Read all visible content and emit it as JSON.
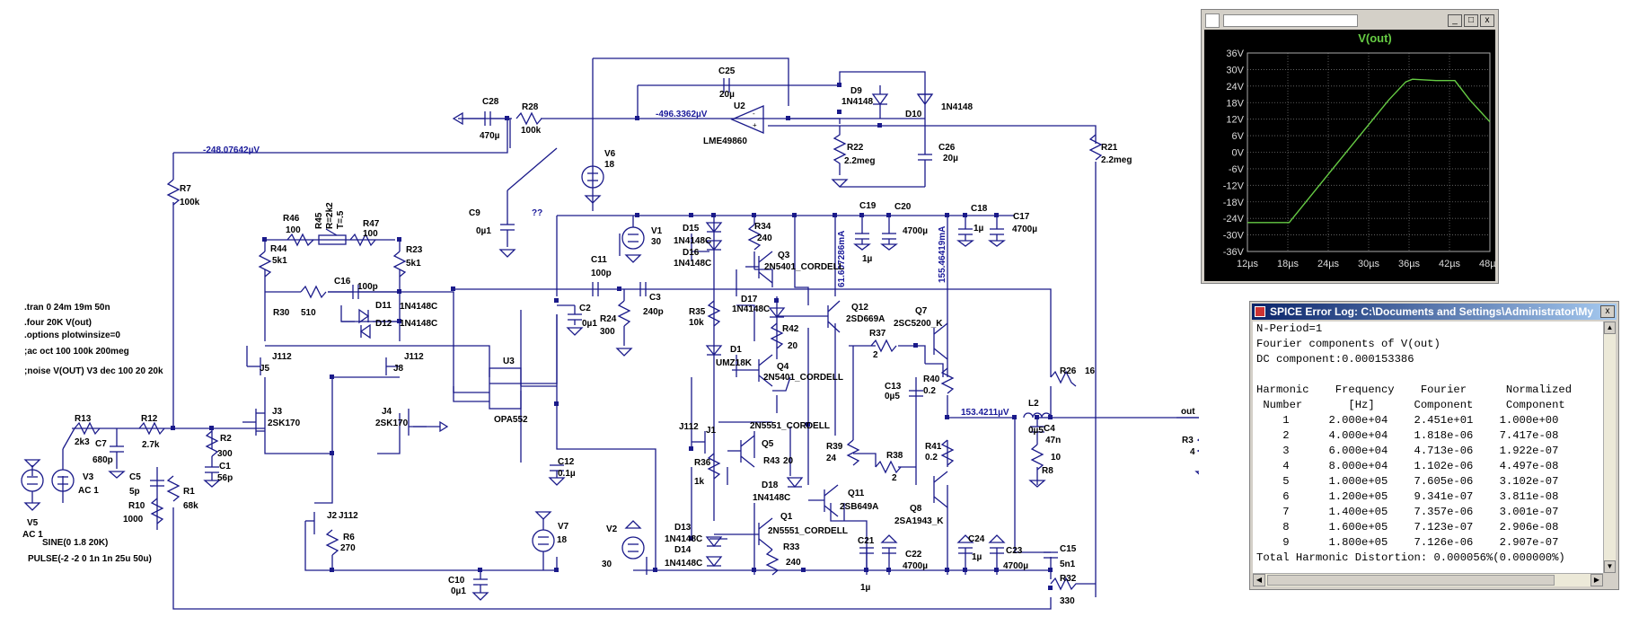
{
  "directives": [
    ".tran 0 24m 19m 50n",
    ".four 20K V(out)",
    ".options plotwinsize=0",
    ";ac oct 100 100k 200meg",
    ";noise V(OUT) V3 dec 100 20 20k"
  ],
  "nets": {
    "n1": "-248.07642µV",
    "n2": "-496.3362µV",
    "n3": "153.4211µV",
    "n4": "61.607286mA",
    "n5": "155.46419mA",
    "q": "??",
    "out": "out"
  },
  "parts": {
    "C28": "C28",
    "C28v": "470µ",
    "R28": "R28",
    "R28v": "100k",
    "C25": "C25",
    "C25v": "20µ",
    "U2": "U2",
    "U2m": "LME49860",
    "D9": "D9",
    "D9m": "1N4148",
    "D10": "D10",
    "D10m": "1N4148",
    "R22": "R22",
    "R22v": "2.2meg",
    "C26": "C26",
    "C26v": "20µ",
    "R21": "R21",
    "R21v": "2.2meg",
    "V6": "V6",
    "V6v": "18",
    "R7": "R7",
    "R7v": "100k",
    "R45": "R45",
    "R45v": "R=2k2",
    "R45t": "T=.5",
    "R46": "R46",
    "R46v": "100",
    "R47": "R47",
    "R47v": "100",
    "R44": "R44",
    "R44v": "5k1",
    "R23": "R23",
    "R23v": "5k1",
    "C9": "C9",
    "C9v": "0µ1",
    "V1": "V1",
    "V1v": "30",
    "D15": "D15",
    "D15m": "1N4148C",
    "D16": "D16",
    "D16m": "1N4148C",
    "R34": "R34",
    "R34v": "240",
    "Q3": "Q3",
    "Q3m": "2N5401_CORDELL",
    "C19": "C19",
    "C19v": "1µ",
    "C20": "C20",
    "C20v": "4700µ",
    "C18": "C18",
    "C18v": "1µ",
    "C17": "C17",
    "C17v": "4700µ",
    "R30": "R30",
    "R30v": "510",
    "C16": "C16",
    "C16v": "100p",
    "D11": "D11",
    "D11m": "1N4148C",
    "D12": "D12",
    "D12m": "1N4148C",
    "C11": "C11",
    "C11v": "100p",
    "C2": "C2",
    "C2v": "0µ1",
    "R24": "R24",
    "R24v": "300",
    "C3": "C3",
    "C3v": "240p",
    "R35": "R35",
    "R35v": "10k",
    "D17": "D17",
    "D17m": "1N4148C",
    "R42": "R42",
    "R42v": "20",
    "Q12": "Q12",
    "Q12m": "2SD669A",
    "Q7": "Q7",
    "Q7m": "2SC5200_K",
    "R26": "R26",
    "R26v": "16",
    "L2": "L2",
    "L2v": "0µ5",
    "R37": "R37",
    "R37v": "2",
    "D1": "D1",
    "D1m": "UMZ18K",
    "Q4": "Q4",
    "Q4m": "2N5401_CORDELL",
    "R40": "R40",
    "R40v": "0.2",
    "C13": "C13",
    "C13v": "0µ5",
    "C4": "C4",
    "C4v": "47n",
    "R8": "R8",
    "R8v": "10",
    "R3": "R3",
    "R3v": "4",
    "U3": "U3",
    "U3m": "OPA552",
    "J5": "J5",
    "J5m": "J112",
    "J8": "J8",
    "J8m": "J112",
    "J3": "J3",
    "J3m": "2SK170",
    "J4": "J4",
    "J4m": "2SK170",
    "R13": "R13",
    "R13v": "2k3",
    "R12": "R12",
    "R12v": "2.7k",
    "C7": "C7",
    "C7v": "680p",
    "R2": "R2",
    "R2v": "300",
    "C1": "C1",
    "C1v": "56p",
    "V3": "V3",
    "V3v": "AC 1",
    "C5": "C5",
    "C5v": "5p",
    "R10": "R10",
    "R10v": "1000",
    "R1": "R1",
    "R1v": "68k",
    "V5": "V5",
    "V5v": "AC 1",
    "sine": "SINE(0 1.8 20K)",
    "pulse": "PULSE(-2 -2 0 1n 1n 25u 50u)",
    "J2": "J2",
    "J2m": "J112",
    "R6": "R6",
    "R6v": "270",
    "C12": "C12",
    "C12v": "0.1µ",
    "C10": "C10",
    "C10v": "0µ1",
    "V7": "V7",
    "V7v": "18",
    "V2": "V2",
    "V2v": "30",
    "J1": "J1",
    "J1m": "J112",
    "R36": "R36",
    "R36v": "1k",
    "Q5": "Q5",
    "Q5m": "2N5551_CORDELL",
    "R43": "R43",
    "R43v": "20",
    "D18": "D18",
    "D18m": "1N4148C",
    "R39": "R39",
    "R39v": "24",
    "R38": "R38",
    "R38v": "2",
    "Q11": "Q11",
    "Q11m": "2SB649A",
    "R41": "R41",
    "R41v": "0.2",
    "Q8": "Q8",
    "Q8m": "2SA1943_K",
    "D13": "D13",
    "D13m": "1N4148C",
    "D14": "D14",
    "D14m": "1N4148C",
    "Q1": "Q1",
    "Q1m": "2N5551_CORDELL",
    "R33": "R33",
    "R33v": "240",
    "C21": "C21",
    "C21v": "1µ",
    "C22": "C22",
    "C22v": "4700µ",
    "C24": "C24",
    "C24v": "1µ",
    "C23": "C23",
    "C23v": "4700µ",
    "C15": "C15",
    "C15v": "5n1",
    "R32": "R32",
    "R32v": "330"
  },
  "waveform": {
    "title": "V(out)",
    "line_color": "#66cc44",
    "grid_color": "#707070",
    "y_ticks": [
      "36V",
      "30V",
      "24V",
      "18V",
      "12V",
      "6V",
      "0V",
      "-6V",
      "-12V",
      "-18V",
      "-24V",
      "-30V",
      "-36V"
    ],
    "x_ticks": [
      "12µs",
      "18µs",
      "24µs",
      "30µs",
      "36µs",
      "42µs",
      "48µs"
    ],
    "chart_data": {
      "type": "line",
      "title": "V(out)",
      "x_unit": "µs",
      "y_unit": "V",
      "xlim": [
        12,
        48
      ],
      "ylim": [
        -36,
        36
      ],
      "series": [
        {
          "name": "V(out)",
          "x": [
            12,
            18.2,
            24,
            30,
            33,
            35.5,
            36.5,
            40,
            42.8,
            45,
            48
          ],
          "y": [
            -25.5,
            -25.5,
            -8,
            10,
            19,
            25.5,
            26.5,
            26,
            26,
            19,
            11
          ]
        }
      ]
    },
    "buttons": {
      "minimize": "_",
      "maximize": "□",
      "close": "x"
    }
  },
  "errorlog": {
    "title": "SPICE Error Log: C:\\Documents and Settings\\Administrator\\My ...",
    "close": "x",
    "lines": [
      "N-Period=1",
      "Fourier components of V(out)",
      "DC component:0.000153386",
      "",
      "Harmonic    Frequency    Fourier      Normalized",
      " Number       [Hz]      Component     Component",
      "    1      2.000e+04    2.451e+01    1.000e+00",
      "    2      4.000e+04    1.818e-06    7.417e-08",
      "    3      6.000e+04    4.713e-06    1.922e-07",
      "    4      8.000e+04    1.102e-06    4.497e-08",
      "    5      1.000e+05    7.605e-06    3.102e-07",
      "    6      1.200e+05    9.341e-07    3.811e-08",
      "    7      1.400e+05    7.357e-06    3.001e-07",
      "    8      1.600e+05    7.123e-07    2.906e-08",
      "    9      1.800e+05    7.126e-06    2.907e-07",
      "Total Harmonic Distortion: 0.000056%(0.000000%)"
    ]
  }
}
